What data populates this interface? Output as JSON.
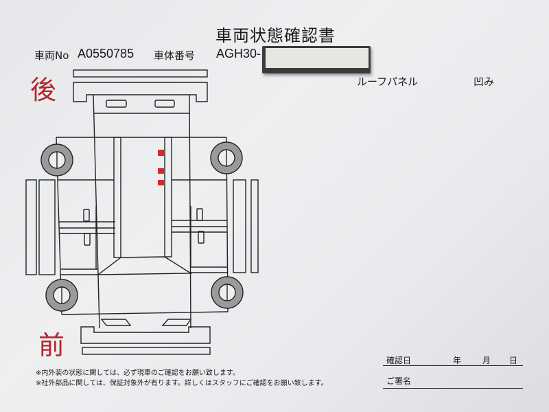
{
  "document": {
    "title": "車両状態確認書",
    "vehicle_no_label": "車両No",
    "vehicle_no": "A0550785",
    "chassis_no_label": "車体番号",
    "chassis_no": "AGH30-",
    "rear_label": "後",
    "front_label": "前",
    "damage_part": "ルーフパネル",
    "damage_type": "凹み",
    "notes": [
      "※内外装の状態に関しては、必ず現車のご確認をお願い致します。",
      "※社外部品に関しては、保証対象外が有ります。詳しくはスタッフにご確認をお願い致します。"
    ],
    "confirm_date_label": "確認日",
    "year_label": "年",
    "month_label": "月",
    "day_label": "日",
    "signature_label": "ご署名"
  },
  "colors": {
    "accent_red": "#b3262b",
    "damage_mark": "#d42a2a",
    "wheel": "#9a9a9a"
  }
}
